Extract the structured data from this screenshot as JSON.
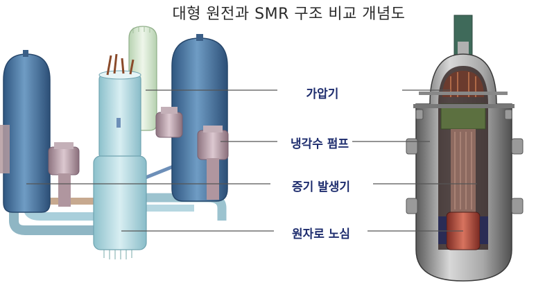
{
  "title": "대형 원전과 SMR 구조 비교 개념도",
  "labels": {
    "pressurizer": "가압기",
    "coolant_pump": "냉각수 펌프",
    "steam_generator": "증기 발생기",
    "reactor_core": "원자로 노심"
  },
  "colors": {
    "label_text": "#1e2d6e",
    "steam_generator_shell": "#3f6c96",
    "reactor_vessel": "#a6d4dc",
    "pump": "#b89aa6",
    "pressurizer_large": "#cfe3c9",
    "smr_vessel": "#8c8c8c",
    "smr_core": "#b04a3c",
    "leader_line": "#555555"
  },
  "icons": {
    "large_plant": "large-reactor-illustration",
    "smr": "smr-cutaway-illustration"
  }
}
